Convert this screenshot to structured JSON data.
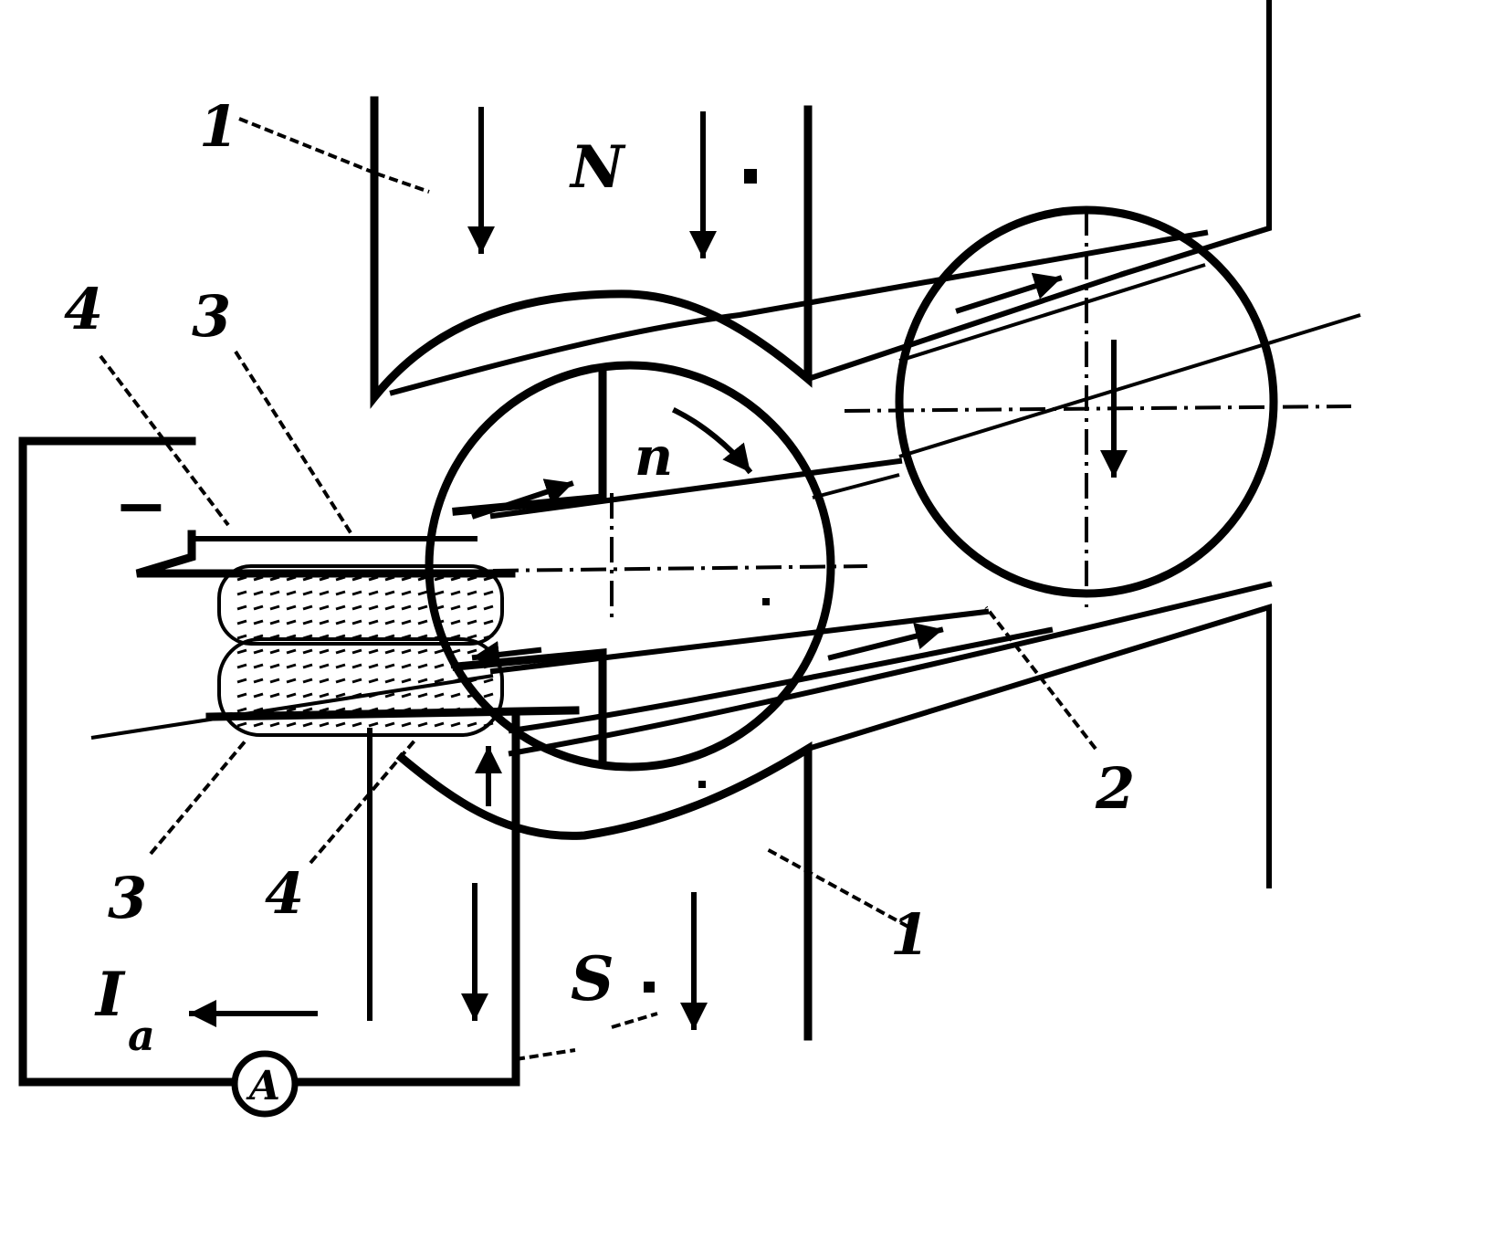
{
  "labels": {
    "pole_north": "N",
    "pole_south": "S",
    "rotation": "n",
    "current_symbol": "I",
    "current_subscript": "a",
    "meter": "A",
    "polarity": "−",
    "label_1_top": "1",
    "label_1_bottom": "1",
    "label_2": "2",
    "label_3_top": "3",
    "label_3_bottom": "3",
    "label_4_top": "4",
    "label_4_bottom": "4"
  },
  "colors": {
    "ink": "#000000",
    "background": "#ffffff"
  },
  "icons": {
    "flux_arrow": "arrow-icon",
    "meter": "ammeter-icon"
  }
}
